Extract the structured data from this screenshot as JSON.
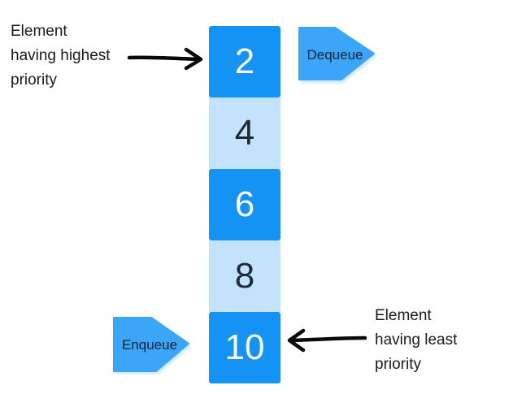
{
  "annotations": {
    "highest": {
      "lines": [
        "Element",
        "having highest",
        "priority"
      ]
    },
    "least": {
      "lines": [
        "Element",
        "having least",
        "priority"
      ]
    }
  },
  "queue": {
    "elements": [
      {
        "value": "2",
        "style": "dark"
      },
      {
        "value": "4",
        "style": "light"
      },
      {
        "value": "6",
        "style": "dark"
      },
      {
        "value": "8",
        "style": "light"
      },
      {
        "value": "10",
        "style": "dark"
      }
    ]
  },
  "operations": {
    "dequeue": "Dequeue",
    "enqueue": "Enqueue"
  },
  "colors": {
    "dark_cell": "#1593f5",
    "light_cell": "#c3e3fc",
    "tag_fill": "#3aa6f7",
    "arrow": "#0a0a0a"
  },
  "icons": {
    "pointer_arrow": "left-pointing-arrow-icon",
    "tag_shape": "pentagon-arrow-tag"
  }
}
